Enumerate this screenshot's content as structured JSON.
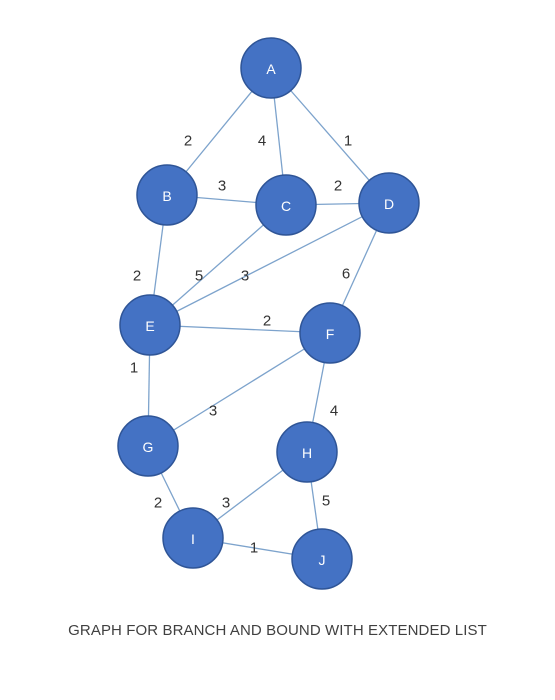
{
  "colors": {
    "node_fill": "#4472c4",
    "node_stroke": "#2f5597",
    "edge": "#7da3cc",
    "node_text": "#ffffff",
    "weight_text": "#333333"
  },
  "caption": "GRAPH FOR BRANCH AND BOUND WITH EXTENDED LIST",
  "nodes": [
    {
      "id": "A",
      "label": "A"
    },
    {
      "id": "B",
      "label": "B"
    },
    {
      "id": "C",
      "label": "C"
    },
    {
      "id": "D",
      "label": "D"
    },
    {
      "id": "E",
      "label": "E"
    },
    {
      "id": "F",
      "label": "F"
    },
    {
      "id": "G",
      "label": "G"
    },
    {
      "id": "H",
      "label": "H"
    },
    {
      "id": "I",
      "label": "I"
    },
    {
      "id": "J",
      "label": "J"
    }
  ],
  "edges": [
    {
      "from": "A",
      "to": "B",
      "weight": "2"
    },
    {
      "from": "A",
      "to": "C",
      "weight": "4"
    },
    {
      "from": "A",
      "to": "D",
      "weight": "1"
    },
    {
      "from": "B",
      "to": "C",
      "weight": "3"
    },
    {
      "from": "C",
      "to": "D",
      "weight": "2"
    },
    {
      "from": "B",
      "to": "E",
      "weight": "2"
    },
    {
      "from": "C",
      "to": "E",
      "weight": "5"
    },
    {
      "from": "D",
      "to": "E",
      "weight": "3"
    },
    {
      "from": "D",
      "to": "F",
      "weight": "6"
    },
    {
      "from": "E",
      "to": "F",
      "weight": "2"
    },
    {
      "from": "E",
      "to": "G",
      "weight": "1"
    },
    {
      "from": "F",
      "to": "G",
      "weight": "3"
    },
    {
      "from": "F",
      "to": "H",
      "weight": "4"
    },
    {
      "from": "G",
      "to": "I",
      "weight": "2"
    },
    {
      "from": "H",
      "to": "I",
      "weight": "3"
    },
    {
      "from": "H",
      "to": "J",
      "weight": "5"
    },
    {
      "from": "I",
      "to": "J",
      "weight": "1"
    }
  ]
}
